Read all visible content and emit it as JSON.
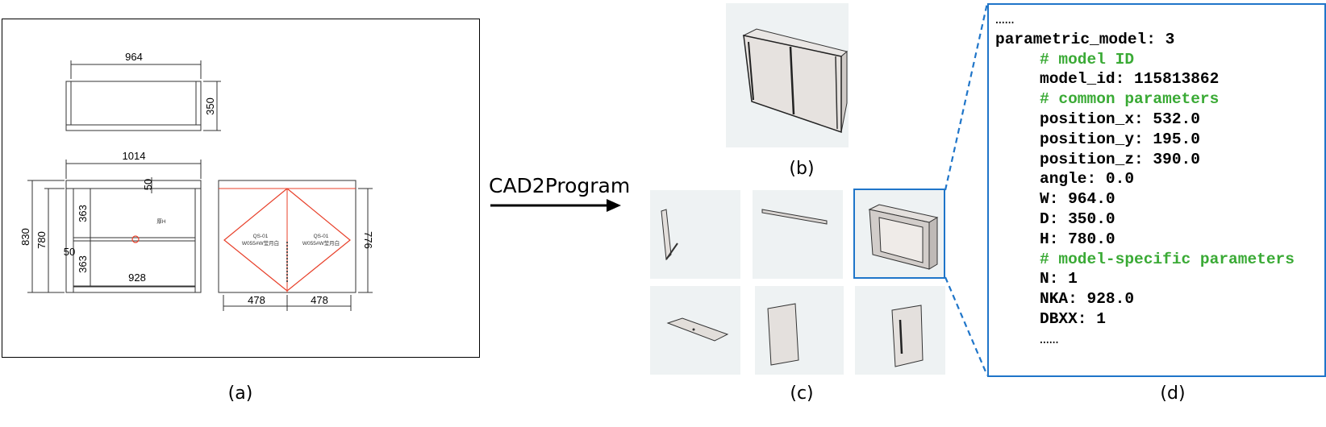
{
  "captions": {
    "a": "(a)",
    "b": "(b)",
    "c": "(c)",
    "d": "(d)"
  },
  "arrow_label": "CAD2Program",
  "drawing": {
    "dim_top_width": "964",
    "dim_top_depth": "350",
    "dim_front_width": "1014",
    "dim_top_gap": "50",
    "dim_upper_shelf": "363",
    "dim_lower_shelf": "363",
    "dim_middle_gap": "50",
    "dim_inner_width": "928",
    "dim_total_height": "830",
    "dim_body_height": "780",
    "dim_door_height": "776",
    "dim_door_left": "478",
    "dim_door_right": "478",
    "note_inside": "厚H",
    "door_left_code": "QS-01",
    "door_left_spec": "W055#W莹月白",
    "door_right_code": "QS-01",
    "door_right_spec": "W055#W莹月白"
  },
  "code_panel": {
    "ellipsis_top": "……",
    "root": "parametric_model: 3",
    "comment_id": "# model ID",
    "model_id": "model_id: 115813862",
    "comment_common": "# common parameters",
    "position_x": "position_x: 532.0",
    "position_y": "position_y: 195.0",
    "position_z": "position_z: 390.0",
    "angle": "angle: 0.0",
    "w": "W: 964.0",
    "d": "D: 350.0",
    "h": "H: 780.0",
    "comment_specific": "# model-specific parameters",
    "n": "N: 1",
    "nka": "NKA: 928.0",
    "dbxx": "DBXX: 1",
    "ellipsis_bottom": "……"
  },
  "colors": {
    "accent_blue": "#1f75c9",
    "comment_green": "#3aaa35",
    "door_red": "#e8402a",
    "render_bg": "#eef2f3"
  }
}
